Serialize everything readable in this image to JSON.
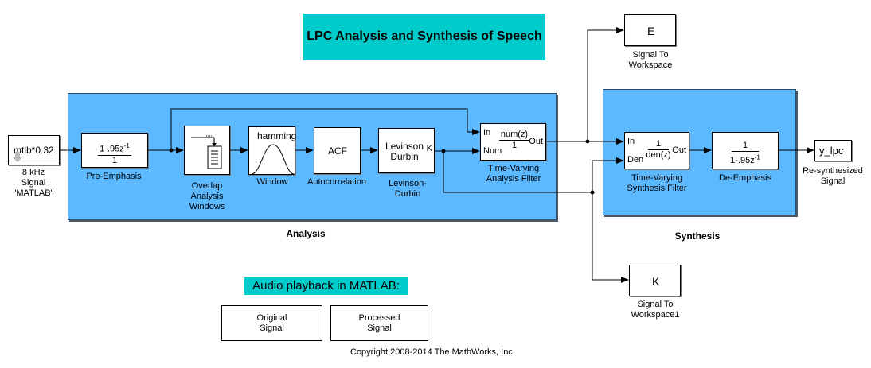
{
  "title": "LPC Analysis and Synthesis of Speech",
  "source": {
    "value": "mtlb*0.32",
    "label": [
      "8 kHz",
      "Signal",
      "\"MATLAB\""
    ],
    "icon": "down-arrow-icon"
  },
  "analysis": {
    "label": "Analysis",
    "blocks": {
      "pre_emphasis": {
        "num": "1-.95z",
        "num_exp": "-1",
        "den": "1",
        "label": "Pre-Emphasis"
      },
      "overlap": {
        "label": [
          "Overlap",
          "Analysis",
          "Windows"
        ],
        "icon": "buffer-icon"
      },
      "window": {
        "text": "hamming",
        "label": "Window",
        "icon": "hamming-window-icon"
      },
      "acf": {
        "text": "ACF",
        "label": "Autocorrelation"
      },
      "levinson": {
        "text": [
          "Levinson",
          "Durbin"
        ],
        "port_out": "K",
        "label": [
          "Levinson-",
          "Durbin"
        ]
      },
      "analysis_filter": {
        "port_in": "In",
        "port_num": "Num",
        "port_out": "Out",
        "num": "num(z)",
        "den": "1",
        "label": [
          "Time-Varying",
          "Analysis Filter"
        ]
      }
    }
  },
  "synthesis": {
    "label": "Synthesis",
    "blocks": {
      "synthesis_filter": {
        "port_in": "In",
        "port_den": "Den",
        "port_out": "Out",
        "num": "1",
        "den": "den(z)",
        "label": [
          "Time-Varying",
          "Synthesis Filter"
        ]
      },
      "de_emphasis": {
        "num": "1",
        "den": "1-.95z",
        "den_exp": "-1",
        "label": "De-Emphasis"
      }
    }
  },
  "sinks": {
    "e": {
      "text": "E",
      "label": [
        "Signal To",
        "Workspace"
      ]
    },
    "k": {
      "text": "K",
      "label": [
        "Signal To",
        "Workspace1"
      ]
    },
    "y": {
      "text": "y_lpc",
      "label": [
        "Re-synthesized",
        "Signal"
      ]
    }
  },
  "audio": {
    "label": "Audio playback in MATLAB:",
    "buttons": [
      {
        "label": [
          "Original",
          "Signal"
        ]
      },
      {
        "label": [
          "Processed",
          "Signal"
        ]
      }
    ]
  },
  "copyright": "Copyright 2008-2014 The MathWorks, Inc.",
  "colors": {
    "subsystem": "#5cb8ff",
    "annotation": "#00cccc"
  }
}
